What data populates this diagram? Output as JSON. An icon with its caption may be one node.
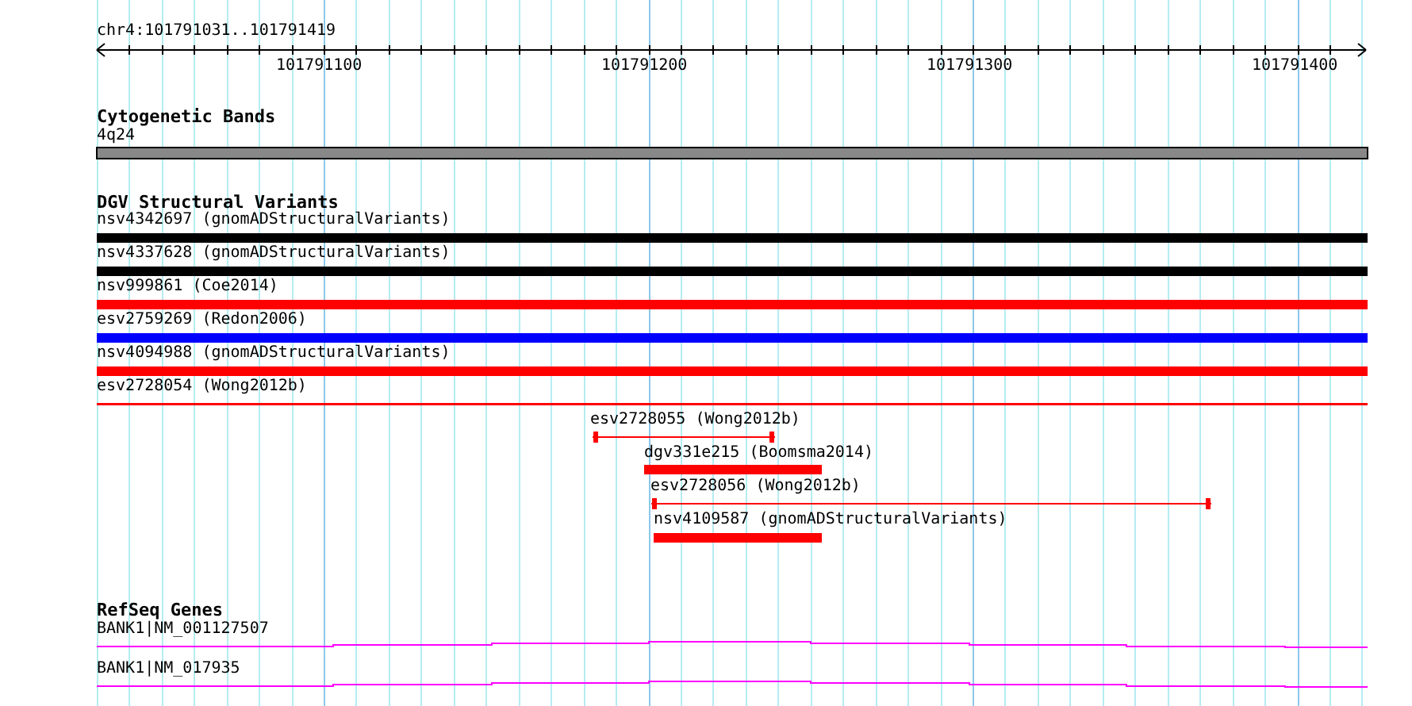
{
  "diagram": {
    "nodes": [
      {
        "text": [
          "4q24"
        ]
      },
      {
        "text": [
          "nsv4342697 (gnomADStructuralVariants)"
        ]
      },
      {
        "text": [
          "nsv4337628 (gnomADStructuralVariants)"
        ]
      },
      {
        "text": [
          "nsv999861 (Coe2014)"
        ]
      },
      {
        "text": [
          "esv2759269 (Redon2006)"
        ]
      },
      {
        "text": [
          "nsv4094988 (gnomADStructuralVariants)"
        ]
      },
      {
        "text": [
          "esv2728054 (Wong2012b)"
        ]
      },
      {
        "text": [
          "esv2728055 (Wong2012b)"
        ]
      },
      {
        "text": [
          "dgv331e215 (Boomsma2014)"
        ]
      },
      {
        "text": [
          "esv2728056 (Wong2012b)"
        ]
      },
      {
        "text": [
          "nsv4109587 (gnomADStructuralVariants)"
        ]
      },
      {
        "text": [
          "BANK1|NM_001127507"
        ]
      },
      {
        "text": [
          "BANK1|NM_017935"
        ]
      }
    ],
    "labels": [
      "chr4:101791031..101791419",
      "101791100",
      "101791200",
      "101791300",
      "101791400",
      "Cytogenetic Bands",
      "DGV Structural Variants",
      "RefSeq Genes"
    ]
  }
}
